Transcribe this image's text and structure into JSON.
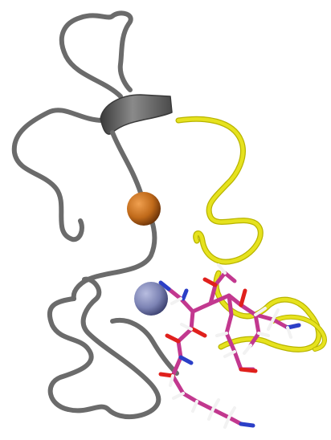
{
  "colors": {
    "background": "#ffffff",
    "protein_backbone": "#6b6b6b",
    "protein_backbone_highlight": "#8e8e8e",
    "peptide_backbone": "#e6e21e",
    "peptide_backbone_edge": "#b8b400",
    "ligand_carbon": "#c2388f",
    "ligand_oxygen": "#e0201c",
    "ligand_nitrogen": "#2b3fc7",
    "ligand_hydrogen": "#f2f2f2",
    "metal_ion_copper": "#c06a1a",
    "metal_ion_zinc": "#7c83b4"
  },
  "scene": {
    "description_elements": [
      "protein-ribbon",
      "peptide-tube",
      "ligand-sticks",
      "copper-sphere",
      "zinc-sphere"
    ]
  }
}
